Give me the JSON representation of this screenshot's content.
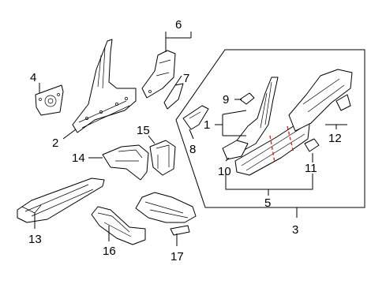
{
  "callouts": {
    "c1": "1",
    "c2": "2",
    "c3": "3",
    "c4": "4",
    "c5": "5",
    "c6": "6",
    "c7": "7",
    "c8": "8",
    "c9": "9",
    "c10": "10",
    "c11": "11",
    "c12": "12",
    "c13": "13",
    "c14": "14",
    "c15": "15",
    "c16": "16",
    "c17": "17"
  },
  "colors": {
    "line": "#000000",
    "section_cut": "#e0201c",
    "background": "#ffffff"
  }
}
